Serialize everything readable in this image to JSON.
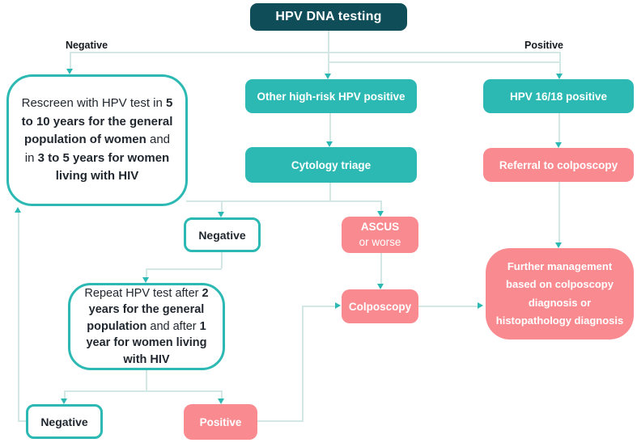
{
  "palette": {
    "dark_teal": "#0f4e59",
    "teal": "#2cb9b3",
    "pink": "#f98b90",
    "outline": "#2cb9b3",
    "line": "#d3e7e5",
    "text_dark": "#1f262e",
    "bg": "#ffffff"
  },
  "labels": {
    "negative": "Negative",
    "positive": "Positive"
  },
  "nodes": {
    "root": "HPV DNA testing",
    "other_high_risk": "Other high-risk HPV positive",
    "hpv_16_18": "HPV 16/18 positive",
    "cytology_triage": "Cytology triage",
    "referral_colposcopy": "Referral to colposcopy",
    "negative_mid": "Negative",
    "ascus": {
      "line1": "ASCUS",
      "line2": "or worse"
    },
    "colposcopy": "Colposcopy",
    "further_management": "Further management based on colposcopy diagnosis or histopathology diagnosis",
    "negative_bottom": "Negative",
    "positive_bottom": "Positive",
    "rescreen_segments": [
      {
        "t": "Rescreen with HPV test in ",
        "b": false
      },
      {
        "t": "5 to 10 years for the general population of women",
        "b": true
      },
      {
        "t": " and in ",
        "b": false
      },
      {
        "t": "3 to 5 years for women living with HIV",
        "b": true
      }
    ],
    "repeat_segments": [
      {
        "t": "Repeat HPV test after ",
        "b": false
      },
      {
        "t": "2 years for the general population",
        "b": true
      },
      {
        "t": " and after ",
        "b": false
      },
      {
        "t": "1 year for women living with HIV",
        "b": true
      }
    ]
  }
}
